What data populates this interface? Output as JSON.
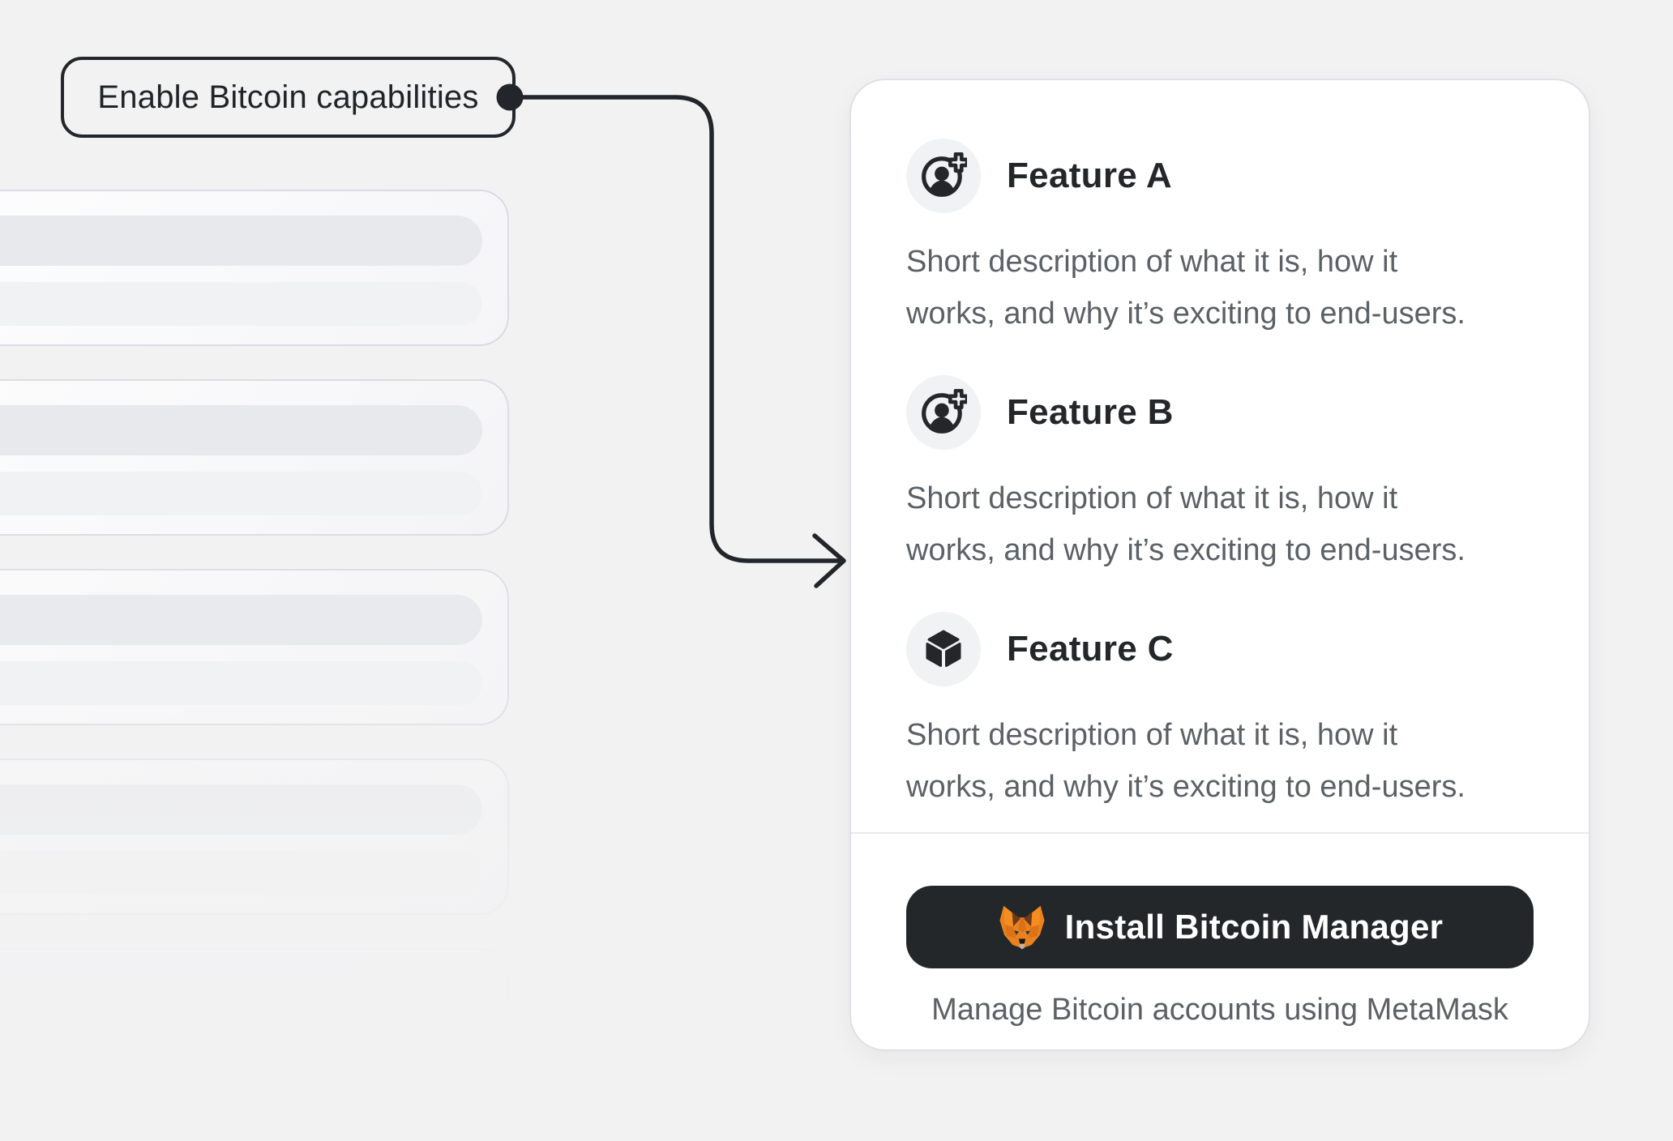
{
  "colors": {
    "page_bg": "#f2f2f3",
    "ink": "#24272a",
    "secondary_text": "#5c6166",
    "panel_bg": "#ffffff",
    "panel_border": "#dfe1e5",
    "divider": "#e9eaed",
    "icon_circle_bg": "#f1f2f4",
    "skeleton_bar_dark": "#e8e9ed",
    "skeleton_bar_light": "#f1f2f4",
    "button_bg": "#24272a",
    "button_text": "#ffffff",
    "fox_orange": "#e8821e"
  },
  "callout": {
    "label": "Enable Bitcoin capabilities"
  },
  "features_panel": {
    "features": [
      {
        "icon": "user-add-icon",
        "title": "Feature A",
        "description_line1": "Short description of what it is, how it",
        "description_line2": "works, and why it’s exciting to end-users."
      },
      {
        "icon": "user-add-icon",
        "title": "Feature B",
        "description_line1": "Short description of what it is, how it",
        "description_line2": "works, and why it’s exciting to end-users."
      },
      {
        "icon": "cube-icon",
        "title": "Feature C",
        "description_line1": "Short description of what it is, how it",
        "description_line2": "works, and why it’s exciting to end-users."
      }
    ],
    "footer": {
      "button_icon": "metamask-fox-icon",
      "button_label": "Install Bitcoin Manager",
      "caption": "Manage Bitcoin accounts using MetaMask"
    }
  }
}
